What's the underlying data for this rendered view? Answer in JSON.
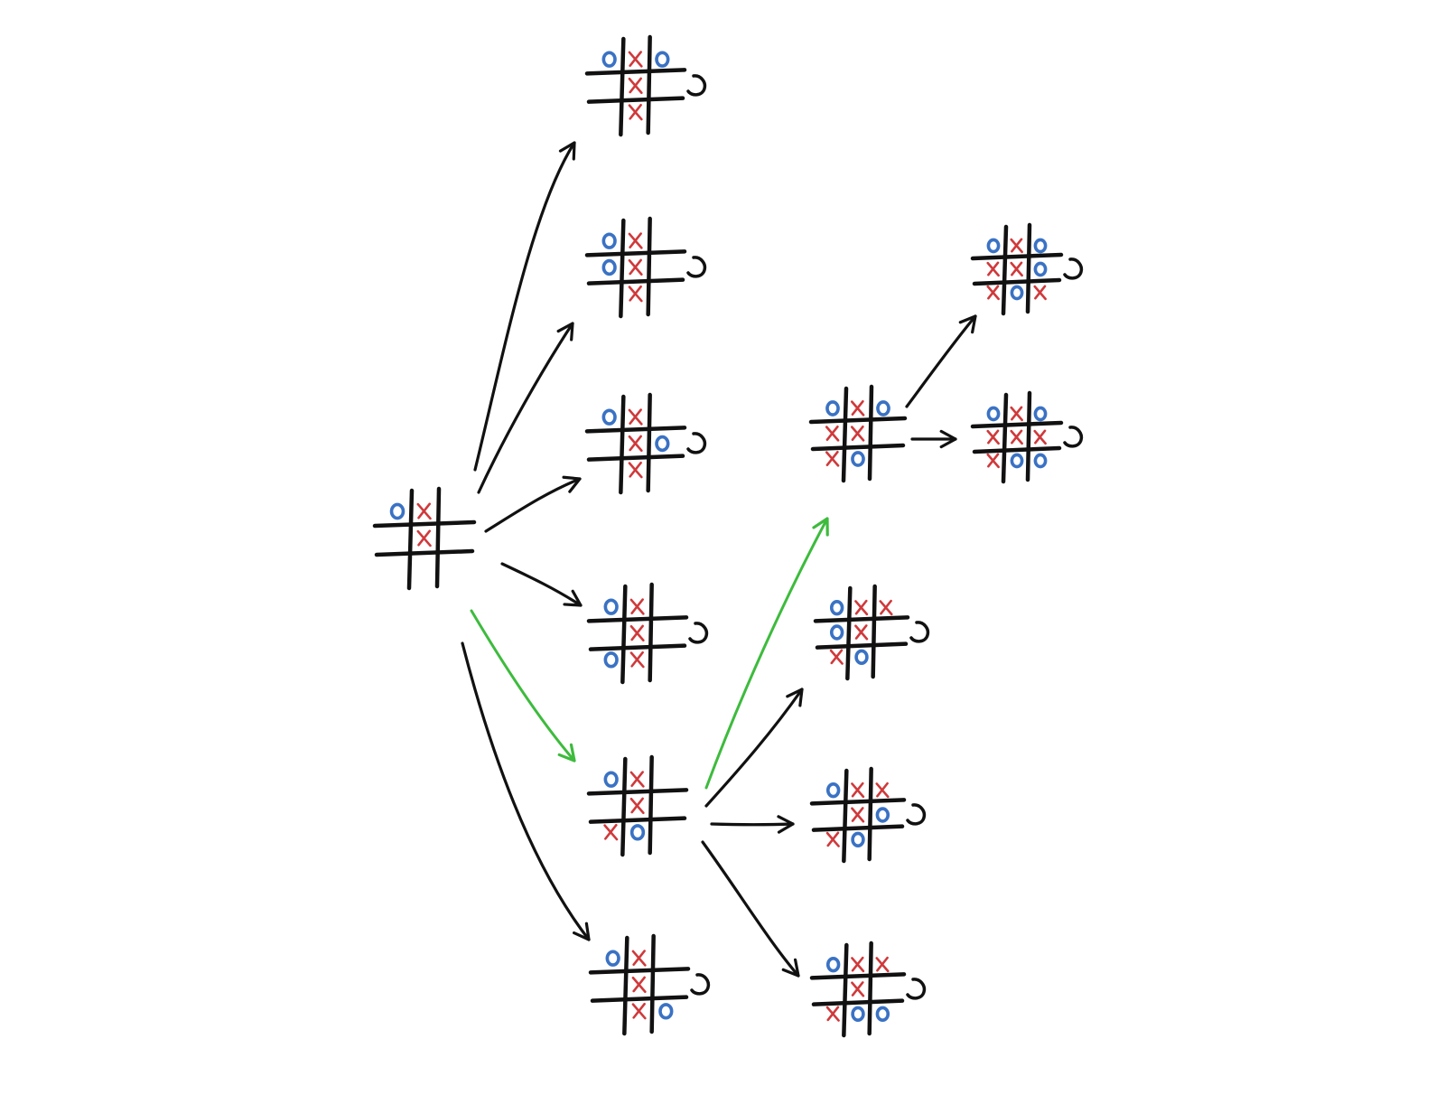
{
  "diagram": {
    "colors": {
      "ink": "#111111",
      "x_mark": "#d0393b",
      "o_mark": "#3a72c4",
      "highlight_arrow": "#3dbb3d"
    },
    "boards": [
      {
        "id": "root",
        "cells": [
          "O",
          "X",
          "",
          "",
          "X",
          "",
          "",
          "",
          ""
        ],
        "terminal": false
      },
      {
        "id": "a1",
        "cells": [
          "O",
          "X",
          "O",
          "",
          "X",
          "",
          "",
          "X",
          ""
        ],
        "terminal": true
      },
      {
        "id": "a2",
        "cells": [
          "O",
          "X",
          "",
          "O",
          "X",
          "",
          "",
          "X",
          ""
        ],
        "terminal": true
      },
      {
        "id": "a3",
        "cells": [
          "O",
          "X",
          "",
          "",
          "X",
          "O",
          "",
          "X",
          ""
        ],
        "terminal": true
      },
      {
        "id": "a4",
        "cells": [
          "O",
          "X",
          "",
          "",
          "X",
          "",
          "O",
          "X",
          ""
        ],
        "terminal": true
      },
      {
        "id": "a5",
        "cells": [
          "O",
          "X",
          "",
          "",
          "X",
          "",
          "X",
          "O",
          ""
        ],
        "terminal": false
      },
      {
        "id": "a6",
        "cells": [
          "O",
          "X",
          "",
          "",
          "X",
          "",
          "",
          "X",
          "O"
        ],
        "terminal": true
      },
      {
        "id": "b1",
        "cells": [
          "O",
          "X",
          "O",
          "X",
          "X",
          "",
          "X",
          "O",
          ""
        ],
        "terminal": false
      },
      {
        "id": "b2",
        "cells": [
          "O",
          "X",
          "X",
          "O",
          "X",
          "",
          "X",
          "O",
          ""
        ],
        "terminal": true
      },
      {
        "id": "b3",
        "cells": [
          "O",
          "X",
          "X",
          "",
          "X",
          "O",
          "X",
          "O",
          ""
        ],
        "terminal": true
      },
      {
        "id": "b4",
        "cells": [
          "O",
          "X",
          "X",
          "",
          "X",
          "",
          "X",
          "O",
          "O"
        ],
        "terminal": true
      },
      {
        "id": "c1",
        "cells": [
          "O",
          "X",
          "O",
          "X",
          "X",
          "O",
          "X",
          "O",
          "X"
        ],
        "terminal": true
      },
      {
        "id": "c2",
        "cells": [
          "O",
          "X",
          "O",
          "X",
          "X",
          "X",
          "X",
          "O",
          "O"
        ],
        "terminal": true
      }
    ],
    "edges": [
      {
        "from": "root",
        "to": "a1",
        "highlight": false
      },
      {
        "from": "root",
        "to": "a2",
        "highlight": false
      },
      {
        "from": "root",
        "to": "a3",
        "highlight": false
      },
      {
        "from": "root",
        "to": "a4",
        "highlight": false
      },
      {
        "from": "root",
        "to": "a5",
        "highlight": true
      },
      {
        "from": "root",
        "to": "a6",
        "highlight": false
      },
      {
        "from": "a5",
        "to": "b1",
        "highlight": true
      },
      {
        "from": "a5",
        "to": "b2",
        "highlight": false
      },
      {
        "from": "a5",
        "to": "b3",
        "highlight": false
      },
      {
        "from": "a5",
        "to": "b4",
        "highlight": false
      },
      {
        "from": "b1",
        "to": "c1",
        "highlight": false
      },
      {
        "from": "b1",
        "to": "c2",
        "highlight": false
      }
    ]
  }
}
